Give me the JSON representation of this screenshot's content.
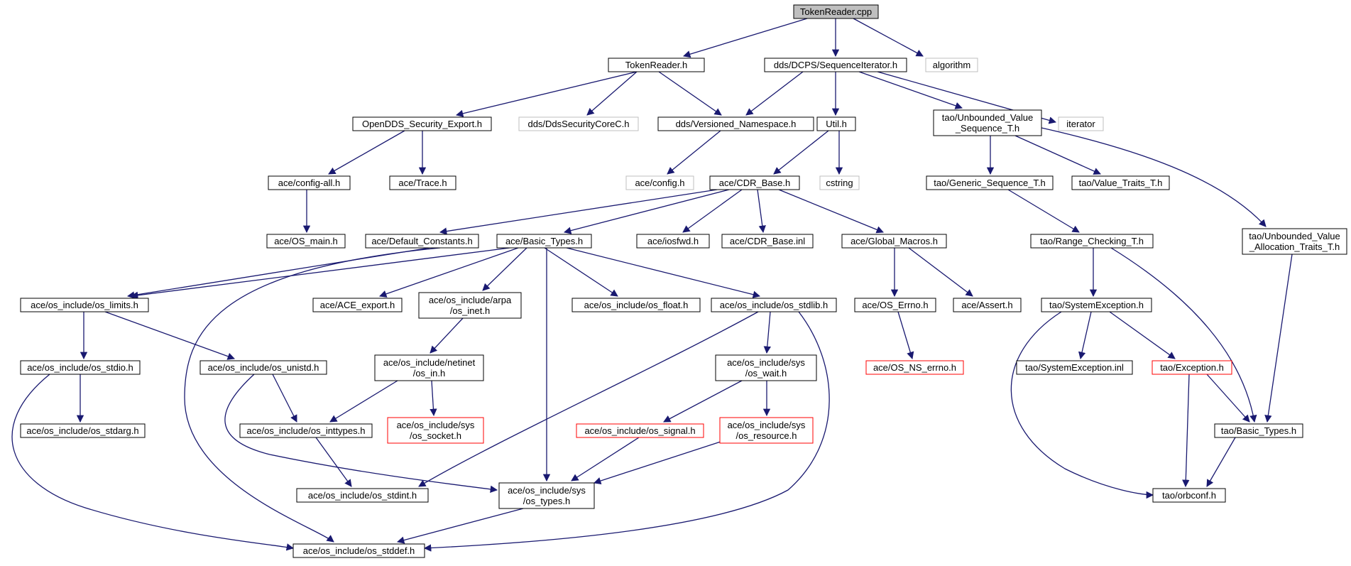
{
  "diagram": {
    "colors": {
      "edge": "#191970",
      "border_normal": "#000000",
      "border_external": "#bfbfbf",
      "border_truncated": "#ff0000",
      "fill_root": "#bfbfbf",
      "fill_node": "#ffffff",
      "text": "#000000"
    },
    "nodes": [
      {
        "id": "n0",
        "lines": [
          "TokenReader.cpp"
        ],
        "kind": "root"
      },
      {
        "id": "n1",
        "lines": [
          "TokenReader.h"
        ],
        "kind": "normal"
      },
      {
        "id": "n2",
        "lines": [
          "dds/DCPS/SequenceIterator.h"
        ],
        "kind": "normal"
      },
      {
        "id": "n3",
        "lines": [
          "algorithm"
        ],
        "kind": "external"
      },
      {
        "id": "n4",
        "lines": [
          "OpenDDS_Security_Export.h"
        ],
        "kind": "normal"
      },
      {
        "id": "n5",
        "lines": [
          "dds/DdsSecurityCoreC.h"
        ],
        "kind": "external"
      },
      {
        "id": "n6",
        "lines": [
          "dds/Versioned_Namespace.h"
        ],
        "kind": "normal"
      },
      {
        "id": "n7",
        "lines": [
          "Util.h"
        ],
        "kind": "normal"
      },
      {
        "id": "n8",
        "lines": [
          "tao/Unbounded_Value",
          "_Sequence_T.h"
        ],
        "kind": "normal"
      },
      {
        "id": "n9",
        "lines": [
          "iterator"
        ],
        "kind": "external"
      },
      {
        "id": "n10",
        "lines": [
          "ace/config-all.h"
        ],
        "kind": "normal"
      },
      {
        "id": "n11",
        "lines": [
          "ace/Trace.h"
        ],
        "kind": "normal"
      },
      {
        "id": "n12",
        "lines": [
          "ace/config.h"
        ],
        "kind": "external"
      },
      {
        "id": "n13",
        "lines": [
          "ace/CDR_Base.h"
        ],
        "kind": "normal"
      },
      {
        "id": "n14",
        "lines": [
          "cstring"
        ],
        "kind": "external"
      },
      {
        "id": "n15",
        "lines": [
          "tao/Generic_Sequence_T.h"
        ],
        "kind": "normal"
      },
      {
        "id": "n16",
        "lines": [
          "tao/Value_Traits_T.h"
        ],
        "kind": "normal"
      },
      {
        "id": "n17",
        "lines": [
          "tao/Unbounded_Value",
          "_Allocation_Traits_T.h"
        ],
        "kind": "normal"
      },
      {
        "id": "n18",
        "lines": [
          "ace/OS_main.h"
        ],
        "kind": "normal"
      },
      {
        "id": "n19",
        "lines": [
          "ace/Default_Constants.h"
        ],
        "kind": "normal"
      },
      {
        "id": "n20",
        "lines": [
          "ace/Basic_Types.h"
        ],
        "kind": "normal"
      },
      {
        "id": "n21",
        "lines": [
          "ace/iosfwd.h"
        ],
        "kind": "normal"
      },
      {
        "id": "n22",
        "lines": [
          "ace/CDR_Base.inl"
        ],
        "kind": "normal"
      },
      {
        "id": "n23",
        "lines": [
          "ace/Global_Macros.h"
        ],
        "kind": "normal"
      },
      {
        "id": "n24",
        "lines": [
          "tao/Range_Checking_T.h"
        ],
        "kind": "normal"
      },
      {
        "id": "n25",
        "lines": [
          "ace/os_include/os_limits.h"
        ],
        "kind": "normal"
      },
      {
        "id": "n26",
        "lines": [
          "ace/ACE_export.h"
        ],
        "kind": "normal"
      },
      {
        "id": "n27",
        "lines": [
          "ace/os_include/arpa",
          "/os_inet.h"
        ],
        "kind": "normal"
      },
      {
        "id": "n28",
        "lines": [
          "ace/os_include/os_float.h"
        ],
        "kind": "normal"
      },
      {
        "id": "n29",
        "lines": [
          "ace/os_include/os_stdlib.h"
        ],
        "kind": "normal"
      },
      {
        "id": "n30",
        "lines": [
          "ace/OS_Errno.h"
        ],
        "kind": "normal"
      },
      {
        "id": "n31",
        "lines": [
          "ace/Assert.h"
        ],
        "kind": "normal"
      },
      {
        "id": "n32",
        "lines": [
          "tao/SystemException.h"
        ],
        "kind": "normal"
      },
      {
        "id": "n33",
        "lines": [
          "ace/os_include/os_stdio.h"
        ],
        "kind": "normal"
      },
      {
        "id": "n34",
        "lines": [
          "ace/os_include/os_unistd.h"
        ],
        "kind": "normal"
      },
      {
        "id": "n35",
        "lines": [
          "ace/os_include/netinet",
          "/os_in.h"
        ],
        "kind": "normal"
      },
      {
        "id": "n36",
        "lines": [
          "ace/os_include/sys",
          "/os_wait.h"
        ],
        "kind": "normal"
      },
      {
        "id": "n37",
        "lines": [
          "ace/OS_NS_errno.h"
        ],
        "kind": "truncated"
      },
      {
        "id": "n38",
        "lines": [
          "tao/SystemException.inl"
        ],
        "kind": "normal"
      },
      {
        "id": "n39",
        "lines": [
          "tao/Exception.h"
        ],
        "kind": "truncated"
      },
      {
        "id": "n40",
        "lines": [
          "ace/os_include/os_stdarg.h"
        ],
        "kind": "normal"
      },
      {
        "id": "n41",
        "lines": [
          "ace/os_include/os_inttypes.h"
        ],
        "kind": "normal"
      },
      {
        "id": "n42",
        "lines": [
          "ace/os_include/sys",
          "/os_socket.h"
        ],
        "kind": "truncated"
      },
      {
        "id": "n43",
        "lines": [
          "ace/os_include/os_signal.h"
        ],
        "kind": "truncated"
      },
      {
        "id": "n44",
        "lines": [
          "ace/os_include/sys",
          "/os_resource.h"
        ],
        "kind": "truncated"
      },
      {
        "id": "n45",
        "lines": [
          "tao/Basic_Types.h"
        ],
        "kind": "normal"
      },
      {
        "id": "n46",
        "lines": [
          "ace/os_include/os_stdint.h"
        ],
        "kind": "normal"
      },
      {
        "id": "n47",
        "lines": [
          "ace/os_include/sys",
          "/os_types.h"
        ],
        "kind": "normal"
      },
      {
        "id": "n48",
        "lines": [
          "tao/orbconf.h"
        ],
        "kind": "normal"
      },
      {
        "id": "n49",
        "lines": [
          "ace/os_include/os_stddef.h"
        ],
        "kind": "normal"
      }
    ],
    "edges": [
      [
        "n0",
        "n1"
      ],
      [
        "n0",
        "n2"
      ],
      [
        "n0",
        "n3"
      ],
      [
        "n1",
        "n4"
      ],
      [
        "n1",
        "n5"
      ],
      [
        "n1",
        "n6"
      ],
      [
        "n2",
        "n6"
      ],
      [
        "n2",
        "n7"
      ],
      [
        "n2",
        "n8"
      ],
      [
        "n2",
        "n9"
      ],
      [
        "n4",
        "n10"
      ],
      [
        "n4",
        "n11"
      ],
      [
        "n6",
        "n12"
      ],
      [
        "n7",
        "n13"
      ],
      [
        "n7",
        "n14"
      ],
      [
        "n8",
        "n15"
      ],
      [
        "n8",
        "n16"
      ],
      [
        "n8",
        "n17"
      ],
      [
        "n10",
        "n18"
      ],
      [
        "n13",
        "n19"
      ],
      [
        "n13",
        "n20"
      ],
      [
        "n13",
        "n21"
      ],
      [
        "n13",
        "n22"
      ],
      [
        "n13",
        "n23"
      ],
      [
        "n15",
        "n24"
      ],
      [
        "n17",
        "n45"
      ],
      [
        "n19",
        "n25"
      ],
      [
        "n19",
        "n49"
      ],
      [
        "n20",
        "n25"
      ],
      [
        "n20",
        "n26"
      ],
      [
        "n20",
        "n27"
      ],
      [
        "n20",
        "n28"
      ],
      [
        "n20",
        "n29"
      ],
      [
        "n20",
        "n47"
      ],
      [
        "n23",
        "n30"
      ],
      [
        "n23",
        "n31"
      ],
      [
        "n24",
        "n32"
      ],
      [
        "n24",
        "n45"
      ],
      [
        "n25",
        "n33"
      ],
      [
        "n25",
        "n34"
      ],
      [
        "n27",
        "n35"
      ],
      [
        "n29",
        "n36"
      ],
      [
        "n29",
        "n46"
      ],
      [
        "n29",
        "n49"
      ],
      [
        "n30",
        "n37"
      ],
      [
        "n32",
        "n38"
      ],
      [
        "n32",
        "n39"
      ],
      [
        "n32",
        "n48"
      ],
      [
        "n33",
        "n40"
      ],
      [
        "n33",
        "n49"
      ],
      [
        "n34",
        "n41"
      ],
      [
        "n34",
        "n47"
      ],
      [
        "n35",
        "n41"
      ],
      [
        "n35",
        "n42"
      ],
      [
        "n36",
        "n43"
      ],
      [
        "n36",
        "n44"
      ],
      [
        "n39",
        "n45"
      ],
      [
        "n39",
        "n48"
      ],
      [
        "n41",
        "n46"
      ],
      [
        "n43",
        "n47"
      ],
      [
        "n44",
        "n47"
      ],
      [
        "n45",
        "n48"
      ],
      [
        "n47",
        "n49"
      ]
    ]
  }
}
